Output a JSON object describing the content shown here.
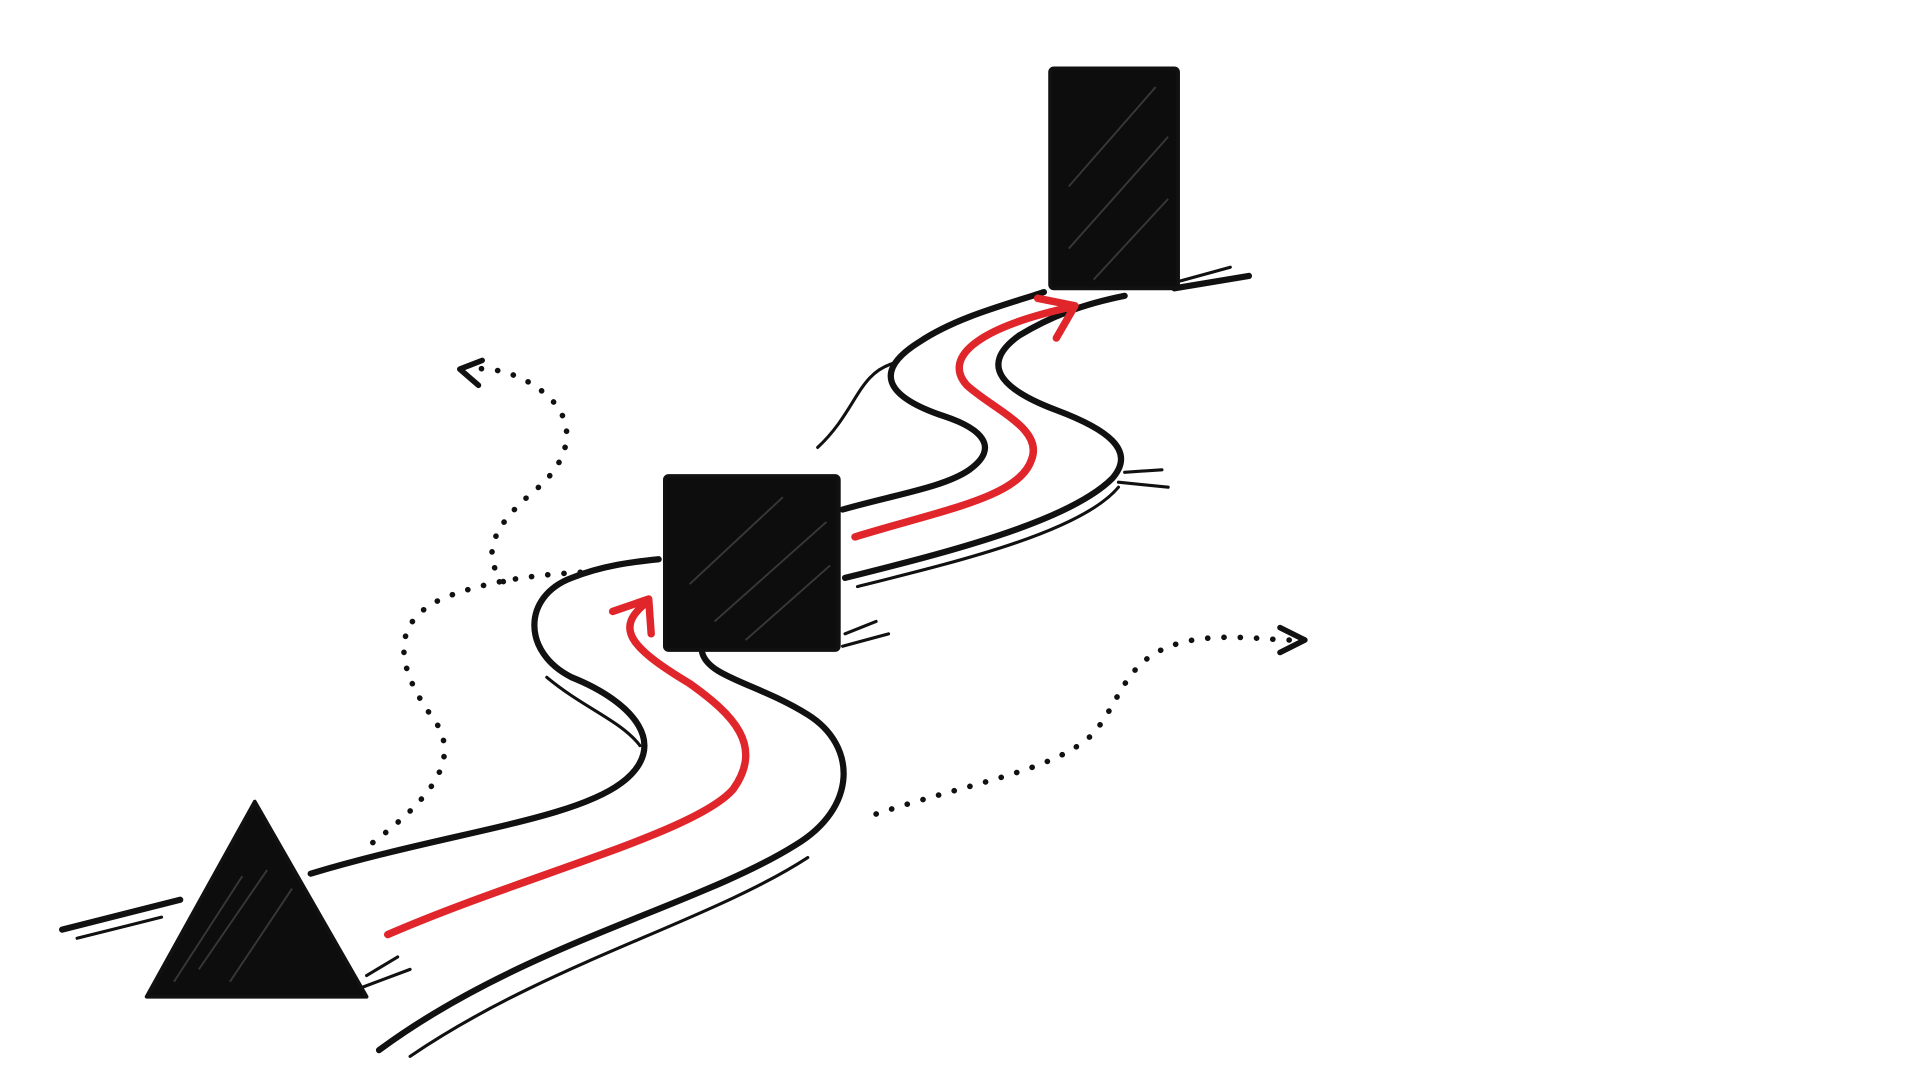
{
  "illustration": {
    "colors": {
      "background": "#ffffff",
      "ink": "#111111",
      "route": "#e0262b"
    },
    "milestones": [
      "triangle",
      "square",
      "tall-rectangle"
    ]
  }
}
